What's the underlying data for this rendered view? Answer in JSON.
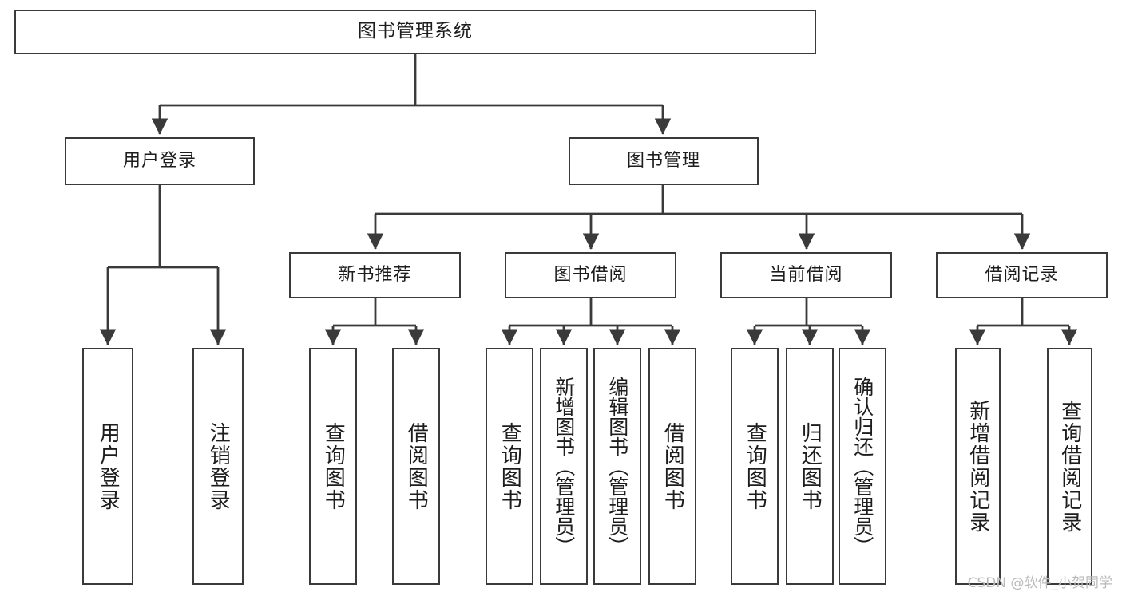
{
  "diagram": {
    "type": "tree-hierarchy",
    "title": "图书管理系统",
    "background_color": "#ffffff",
    "line_color": "#3a3a3a",
    "text_color": "#1d1d1d",
    "watermark": "CSDN @软件_小贺同学",
    "levels": {
      "root": {
        "label": "图书管理系统"
      },
      "level2": [
        {
          "id": "user-login",
          "label": "用户登录"
        },
        {
          "id": "book-management",
          "label": "图书管理"
        }
      ],
      "level3": [
        {
          "id": "new-book-recommend",
          "label": "新书推荐"
        },
        {
          "id": "book-borrow",
          "label": "图书借阅"
        },
        {
          "id": "current-borrow",
          "label": "当前借阅"
        },
        {
          "id": "borrow-record",
          "label": "借阅记录"
        }
      ],
      "leaves": {
        "user_login": [
          {
            "id": "leaf-user-login",
            "label": "用户登录"
          },
          {
            "id": "leaf-logout-login",
            "label": "注销登录"
          }
        ],
        "new_book_recommend": [
          {
            "id": "leaf-query-book-1",
            "label": "查询图书"
          },
          {
            "id": "leaf-borrow-book-1",
            "label": "借阅图书"
          }
        ],
        "book_borrow": [
          {
            "id": "leaf-query-book-2",
            "label": "查询图书"
          },
          {
            "id": "leaf-add-book",
            "label": "新增图书（管理员）"
          },
          {
            "id": "leaf-edit-book",
            "label": "编辑图书（管理员）"
          },
          {
            "id": "leaf-borrow-book-2",
            "label": "借阅图书"
          }
        ],
        "current_borrow": [
          {
            "id": "leaf-query-book-3",
            "label": "查询图书"
          },
          {
            "id": "leaf-return-book",
            "label": "归还图书"
          },
          {
            "id": "leaf-confirm-return",
            "label": "确认归还（管理员）"
          }
        ],
        "borrow_record": [
          {
            "id": "leaf-add-record",
            "label": "新增借阅记录"
          },
          {
            "id": "leaf-query-record",
            "label": "查询借阅记录"
          }
        ]
      }
    }
  }
}
